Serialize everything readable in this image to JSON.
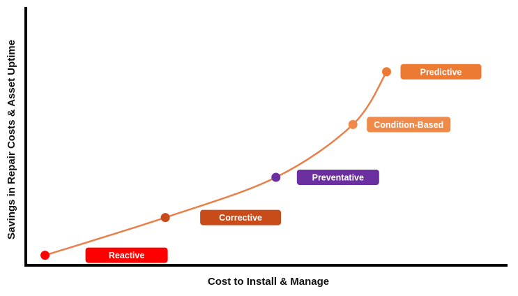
{
  "chart_data": {
    "type": "line",
    "title": "",
    "xlabel": "Cost to Install & Manage",
    "ylabel": "Savings in Repair Costs & Asset Uptime",
    "xlim": [
      0,
      10
    ],
    "ylim": [
      0,
      10
    ],
    "grid": false,
    "legend": "none",
    "series": [
      {
        "points": [
          {
            "label": "Reactive",
            "x": 0.4,
            "y": 0.4,
            "color": "#ff0000"
          },
          {
            "label": "Corrective",
            "x": 2.9,
            "y": 1.9,
            "color": "#c84b1a"
          },
          {
            "label": "Preventative",
            "x": 5.2,
            "y": 3.5,
            "color": "#6b2fa0"
          },
          {
            "label": "Condition-Based",
            "x": 6.8,
            "y": 5.6,
            "color": "#f08a4b"
          },
          {
            "label": "Predictive",
            "x": 7.5,
            "y": 7.7,
            "color": "#ec7a33"
          }
        ],
        "line_color": "#e8804a"
      }
    ]
  }
}
